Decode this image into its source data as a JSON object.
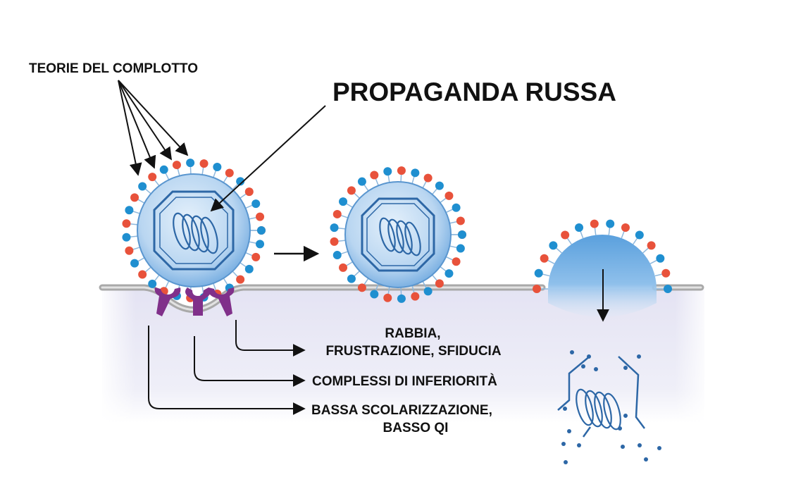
{
  "labels": {
    "conspiracy": "TEORIE DEL COMPLOTTO",
    "propaganda": "PROPAGANDA RUSSA",
    "receptor_top_line1": "RABBIA,",
    "receptor_top_line2": "FRUSTRAZIONE, SFIDUCIA",
    "receptor_middle": "COMPLESSI DI INFERIORITÀ",
    "receptor_bottom_line1": "BASSA SCOLARIZZAZIONE,",
    "receptor_bottom_line2": "BASSO QI"
  },
  "colors": {
    "membrane": "#b5b5b5",
    "cytoplasm": "#e9e9f5",
    "capsid": "#c4dcf2",
    "capsid_edge": "#2d67a6",
    "spike_red": "#e8523b",
    "spike_blue": "#1f8fd0",
    "receptor": "#80308a",
    "arrow": "#111111"
  },
  "icons": {
    "virus": "virus-icon",
    "receptor": "receptor-icon",
    "rna": "rna-coil-icon"
  }
}
